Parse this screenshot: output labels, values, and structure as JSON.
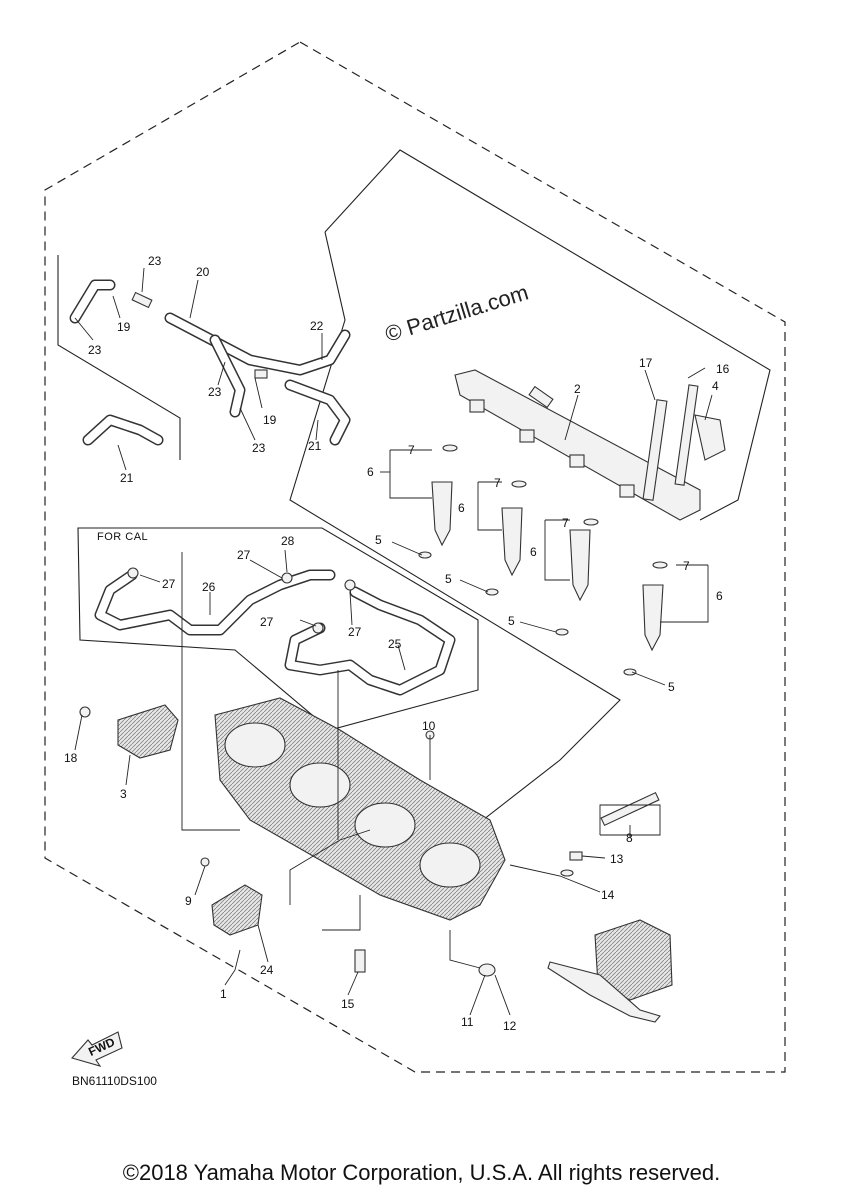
{
  "watermark": "© Partzilla.com",
  "diagram_code": "BN61110DS100",
  "section_label": "FOR CAL",
  "fwd_label": "FWD",
  "copyright": "©2018 Yamaha Motor Corporation, U.S.A. All rights reserved.",
  "callouts": [
    {
      "id": "c1",
      "text": "1"
    },
    {
      "id": "c2",
      "text": "2"
    },
    {
      "id": "c3",
      "text": "3"
    },
    {
      "id": "c4",
      "text": "4"
    },
    {
      "id": "c5a",
      "text": "5"
    },
    {
      "id": "c5b",
      "text": "5"
    },
    {
      "id": "c5c",
      "text": "5"
    },
    {
      "id": "c5d",
      "text": "5"
    },
    {
      "id": "c6a",
      "text": "6"
    },
    {
      "id": "c6b",
      "text": "6"
    },
    {
      "id": "c6c",
      "text": "6"
    },
    {
      "id": "c6d",
      "text": "6"
    },
    {
      "id": "c7a",
      "text": "7"
    },
    {
      "id": "c7b",
      "text": "7"
    },
    {
      "id": "c7c",
      "text": "7"
    },
    {
      "id": "c7d",
      "text": "7"
    },
    {
      "id": "c8",
      "text": "8"
    },
    {
      "id": "c9",
      "text": "9"
    },
    {
      "id": "c10",
      "text": "10"
    },
    {
      "id": "c11",
      "text": "11"
    },
    {
      "id": "c12",
      "text": "12"
    },
    {
      "id": "c13",
      "text": "13"
    },
    {
      "id": "c14",
      "text": "14"
    },
    {
      "id": "c15",
      "text": "15"
    },
    {
      "id": "c16",
      "text": "16"
    },
    {
      "id": "c17",
      "text": "17"
    },
    {
      "id": "c18",
      "text": "18"
    },
    {
      "id": "c19a",
      "text": "19"
    },
    {
      "id": "c19b",
      "text": "19"
    },
    {
      "id": "c20",
      "text": "20"
    },
    {
      "id": "c21a",
      "text": "21"
    },
    {
      "id": "c21b",
      "text": "21"
    },
    {
      "id": "c22",
      "text": "22"
    },
    {
      "id": "c23a",
      "text": "23"
    },
    {
      "id": "c23b",
      "text": "23"
    },
    {
      "id": "c23c",
      "text": "23"
    },
    {
      "id": "c23d",
      "text": "23"
    },
    {
      "id": "c24",
      "text": "24"
    },
    {
      "id": "c25",
      "text": "25"
    },
    {
      "id": "c26",
      "text": "26"
    },
    {
      "id": "c27a",
      "text": "27"
    },
    {
      "id": "c27b",
      "text": "27"
    },
    {
      "id": "c27c",
      "text": "27"
    },
    {
      "id": "c27d",
      "text": "27"
    },
    {
      "id": "c28",
      "text": "28"
    }
  ]
}
